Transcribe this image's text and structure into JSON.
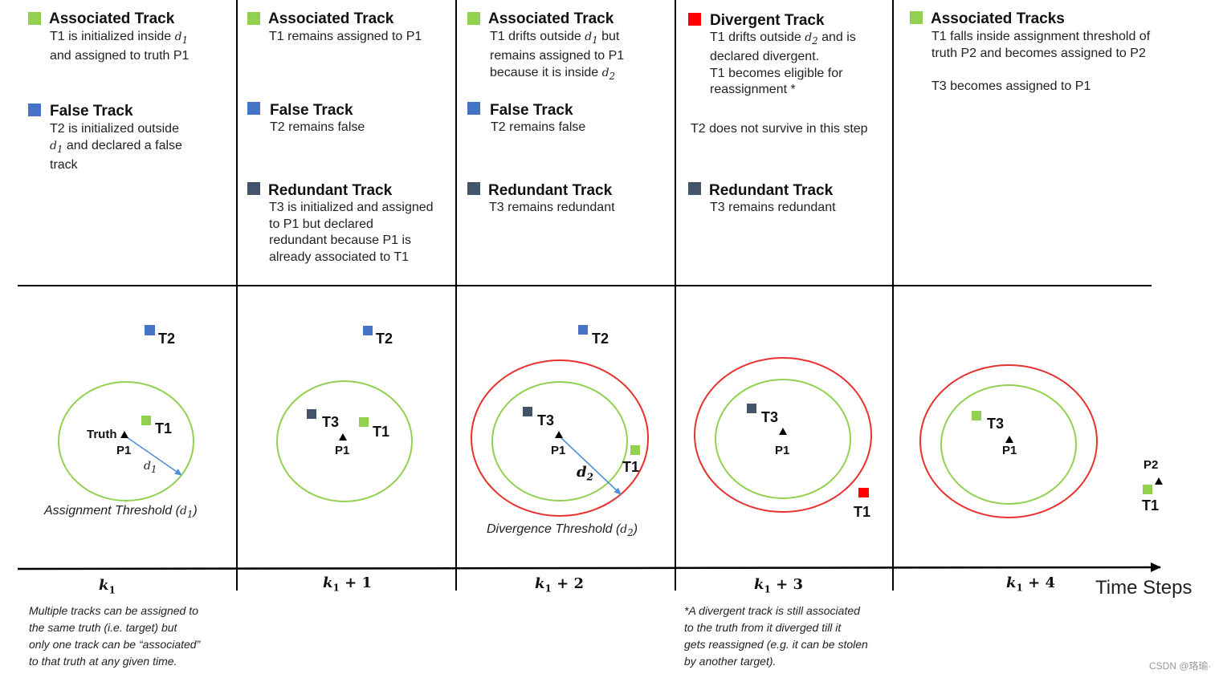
{
  "colors": {
    "associated": "#92d050",
    "false": "#4472c4",
    "redundant": "#44546a",
    "divergent": "#ff0000",
    "assignment_circle": "#92d050",
    "divergence_circle": "#e8322e",
    "distance_arrow": "#4f8fd6"
  },
  "panels": [
    {
      "blocks": [
        {
          "title": "Associated Track",
          "lines": [
            "T1 is initialized inside d1",
            "and assigned to truth P1"
          ]
        },
        {
          "title": "False Track",
          "lines": [
            "T2 is initialized outside",
            "d1 and declared a false",
            "track"
          ]
        }
      ]
    },
    {
      "blocks": [
        {
          "title": "Associated Track",
          "lines": [
            "T1 remains assigned to P1"
          ]
        },
        {
          "title": "False Track",
          "lines": [
            "T2 remains false"
          ]
        },
        {
          "title": "Redundant Track",
          "lines": [
            "T3 is initialized and assigned",
            "to P1 but declared",
            "redundant because P1 is",
            "already associated to T1"
          ]
        }
      ]
    },
    {
      "blocks": [
        {
          "title": "Associated Track",
          "lines": [
            "T1 drifts outside d1 but",
            "remains assigned to P1",
            "because it is inside d2"
          ]
        },
        {
          "title": "False Track",
          "lines": [
            "T2 remains false"
          ]
        },
        {
          "title": "Redundant Track",
          "lines": [
            "T3 remains redundant"
          ]
        }
      ]
    },
    {
      "blocks": [
        {
          "title": "Divergent Track",
          "lines": [
            "T1 drifts outside d2 and is",
            "declared divergent.",
            "T1 becomes eligible for",
            "reassignment *"
          ]
        },
        {
          "title": "",
          "lines": [
            "T2 does not survive in this step"
          ]
        },
        {
          "title": "Redundant Track",
          "lines": [
            "T3 remains redundant"
          ]
        }
      ]
    },
    {
      "blocks": [
        {
          "title": "Associated Tracks",
          "lines": [
            "T1 falls inside assignment threshold of",
            "truth P2 and becomes assigned to P2",
            "",
            "T3 becomes assigned to P1"
          ]
        }
      ]
    }
  ],
  "subscripts": {
    "d1_base": "d",
    "d1_sub": "1",
    "d2_base": "d",
    "d2_sub": "2"
  },
  "labels": {
    "t1": "T1",
    "t2": "T2",
    "t3": "T3",
    "p1": "P1",
    "p2": "P2",
    "truth": "Truth",
    "d1": "d",
    "d1_sub": "1",
    "d2": "d",
    "d2_sub": "2"
  },
  "captions": {
    "assignment": "Assignment Threshold (",
    "assignment_sym": "d",
    "assignment_sub": "1",
    "assignment_end": ")",
    "divergence": "Divergence Threshold (",
    "divergence_sym": "d",
    "divergence_sub": "2",
    "divergence_end": ")"
  },
  "timeline": {
    "axis_label": "Time Steps",
    "steps": [
      {
        "base": "k",
        "sub": "1",
        "suffix": ""
      },
      {
        "base": "k",
        "sub": "1",
        "suffix": " + 1"
      },
      {
        "base": "k",
        "sub": "1",
        "suffix": " + 2"
      },
      {
        "base": "k",
        "sub": "1",
        "suffix": " + 3"
      },
      {
        "base": "k",
        "sub": "1",
        "suffix": " + 4"
      }
    ]
  },
  "notes": {
    "left": [
      "Multiple tracks can be assigned to",
      "the same truth (i.e. target) but",
      "only one track can be “associated”",
      "to that truth at any given time."
    ],
    "right": [
      "*A divergent track is still associated",
      "to the truth from it diverged till it",
      "gets reassigned (e.g. it can be stolen",
      "by another target)."
    ]
  },
  "watermark": "CSDN @珞瑜·"
}
